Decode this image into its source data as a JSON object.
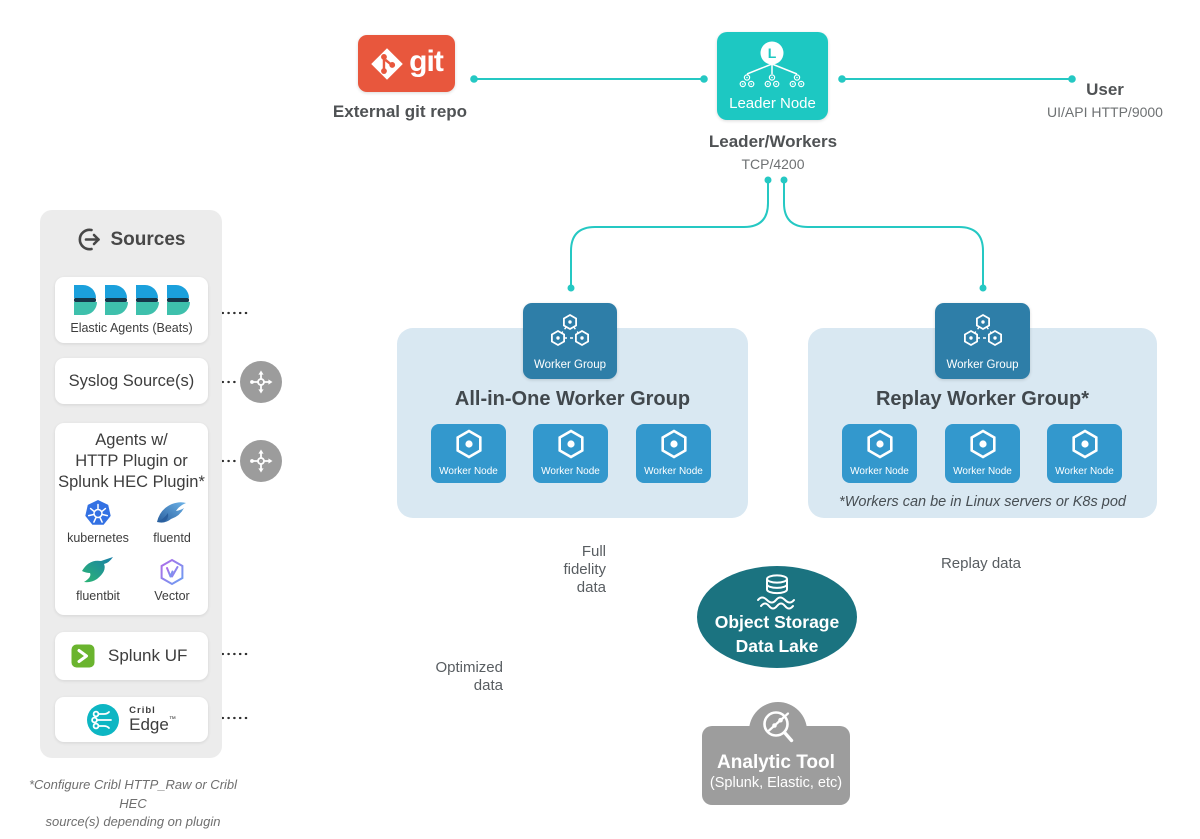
{
  "colors": {
    "accent_teal": "#1dc8c2",
    "line_teal": "#25c8c3",
    "badge_blue": "#2e7ea8",
    "node_blue": "#3398cd",
    "container_blue": "#d9e8f2",
    "lake_teal": "#1b7380",
    "tool_gray": "#9d9d9d",
    "git_orange": "#e8573d",
    "splunk_green": "#6ab42e",
    "cribl_teal": "#0db6c3",
    "kubernetes_blue": "#3371e3",
    "sidebar_gray": "#ececec"
  },
  "icons": {
    "git": "git-diamond-icon",
    "leader": "leader-tree-icon",
    "sources": "exit-arrow-circle-icon",
    "worker_group": "hexagon-cluster-icon",
    "worker_node": "hexagon-dot-icon",
    "data_lake": "database-waves-icon",
    "analytic": "magnifier-chart-icon",
    "load_balancer": "arrows-cross-circle-icon"
  },
  "top": {
    "git": {
      "logo": "git",
      "caption": "External git repo"
    },
    "leader": {
      "label": "Leader Node",
      "caption": "Leader/Workers",
      "port": "TCP/4200"
    },
    "user": {
      "label": "User",
      "caption": "UI/API HTTP/9000"
    }
  },
  "sidebar": {
    "title": "Sources",
    "cards": {
      "beats": {
        "label": "Elastic Agents (Beats)"
      },
      "syslog": {
        "label": "Syslog Source(s)"
      },
      "agents": {
        "title_lines": [
          "Agents w/",
          "HTTP Plugin or",
          "Splunk HEC Plugin*"
        ],
        "logos": [
          {
            "label": "kubernetes"
          },
          {
            "label": "fluentd"
          },
          {
            "label": "fluentbit"
          },
          {
            "label": "Vector"
          }
        ]
      },
      "splunk_uf": {
        "label": "Splunk UF"
      },
      "cribl_edge": {
        "brand": "Cribl",
        "product": "Edge",
        "tm": "™"
      }
    },
    "footnote": [
      "*Configure Cribl HTTP_Raw or Cribl HEC",
      "source(s) depending on plugin"
    ]
  },
  "groups": [
    {
      "badge": "Worker Group",
      "title": "All-in-One Worker Group",
      "nodes": [
        "Worker Node",
        "Worker Node",
        "Worker Node"
      ]
    },
    {
      "badge": "Worker Group",
      "title": "Replay Worker Group*",
      "nodes": [
        "Worker Node",
        "Worker Node",
        "Worker Node"
      ],
      "footnote": "*Workers can be in Linux servers or K8s pod"
    }
  ],
  "flow": {
    "full_fidelity": [
      "Full",
      "fidelity",
      "data"
    ],
    "optimized": [
      "Optimized",
      "data"
    ],
    "replay": "Replay data"
  },
  "storage": {
    "line1": "Object Storage",
    "line2": "Data Lake"
  },
  "analytic": {
    "title": "Analytic Tool",
    "subtitle": "(Splunk, Elastic, etc)"
  }
}
